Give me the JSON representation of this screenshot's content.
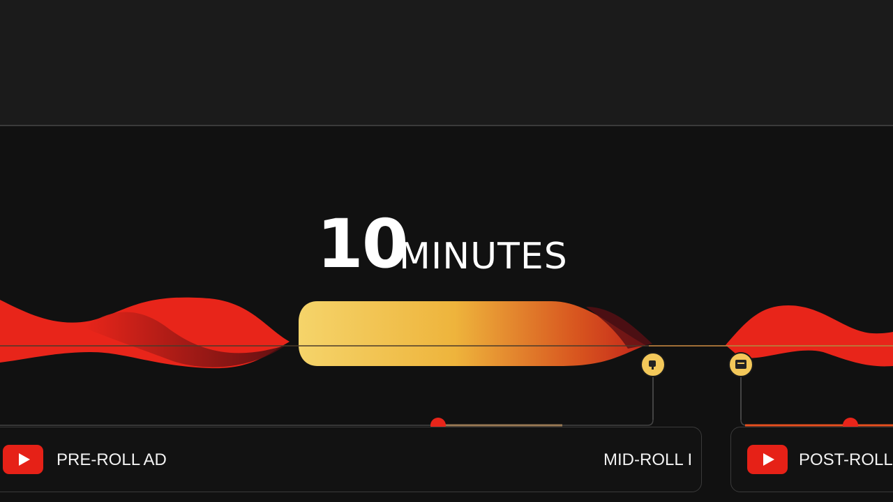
{
  "headline": {
    "number": "10",
    "unit": "MINUTES"
  },
  "markers": [
    {
      "icon": "ad-break-marker-icon"
    },
    {
      "icon": "ad-break-marker-icon"
    }
  ],
  "ads": {
    "pre_roll": {
      "label": "PRE-ROLL AD",
      "icon": "youtube-play-icon"
    },
    "mid_roll": {
      "label": "MID-ROLL I"
    },
    "post_roll": {
      "label": "POST-ROLL A",
      "icon": "youtube-play-icon"
    }
  },
  "colors": {
    "accent_red": "#e62117",
    "gold": "#f3c85a",
    "background": "#111111"
  }
}
